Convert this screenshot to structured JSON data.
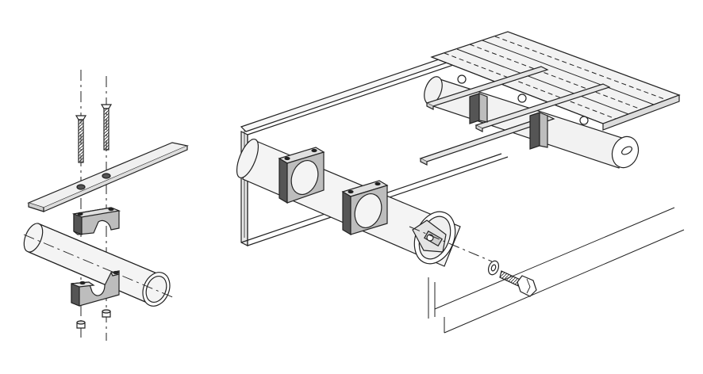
{
  "figure": {
    "left_view": {
      "parts": [
        "screw",
        "screw",
        "wear-strip",
        "clamp-top",
        "tube",
        "clamp-bottom",
        "nut",
        "nut"
      ]
    },
    "right_view": {
      "parts": [
        "side-frame",
        "belt-modules",
        "wear-strips",
        "clamp-blocks",
        "shaft-tube",
        "end-cap",
        "washer",
        "hex-bolt"
      ]
    }
  },
  "colors": {
    "line": "#222222",
    "tube_fill": "#f2f2f2",
    "block_fill": "#bdbdbd",
    "block_dark": "#555555",
    "strip_fill": "#e6e6e6"
  }
}
